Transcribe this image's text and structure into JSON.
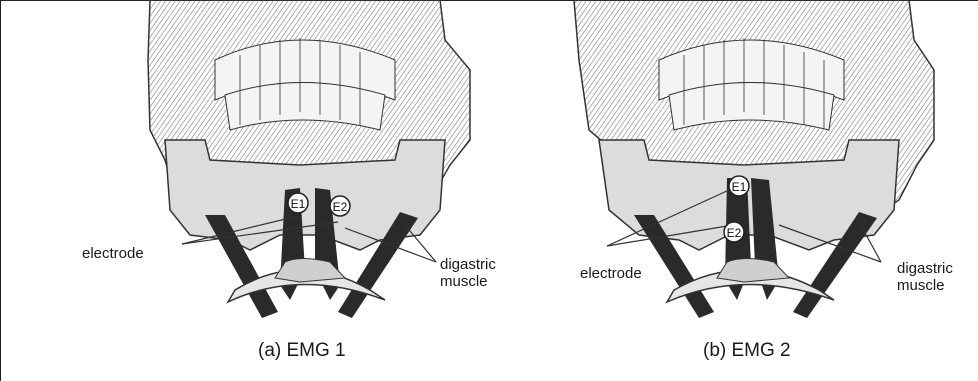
{
  "panels": [
    {
      "id": "a",
      "caption": "(a) EMG 1",
      "electrode_label": "electrode",
      "muscle_label_line1": "digastric",
      "muscle_label_line2": "muscle",
      "electrodes": [
        "E1",
        "E2"
      ]
    },
    {
      "id": "b",
      "caption": "(b) EMG 2",
      "electrode_label": "electrode",
      "muscle_label_line1": "digastric",
      "muscle_label_line2": "muscle",
      "electrodes": [
        "E1",
        "E2"
      ]
    }
  ]
}
